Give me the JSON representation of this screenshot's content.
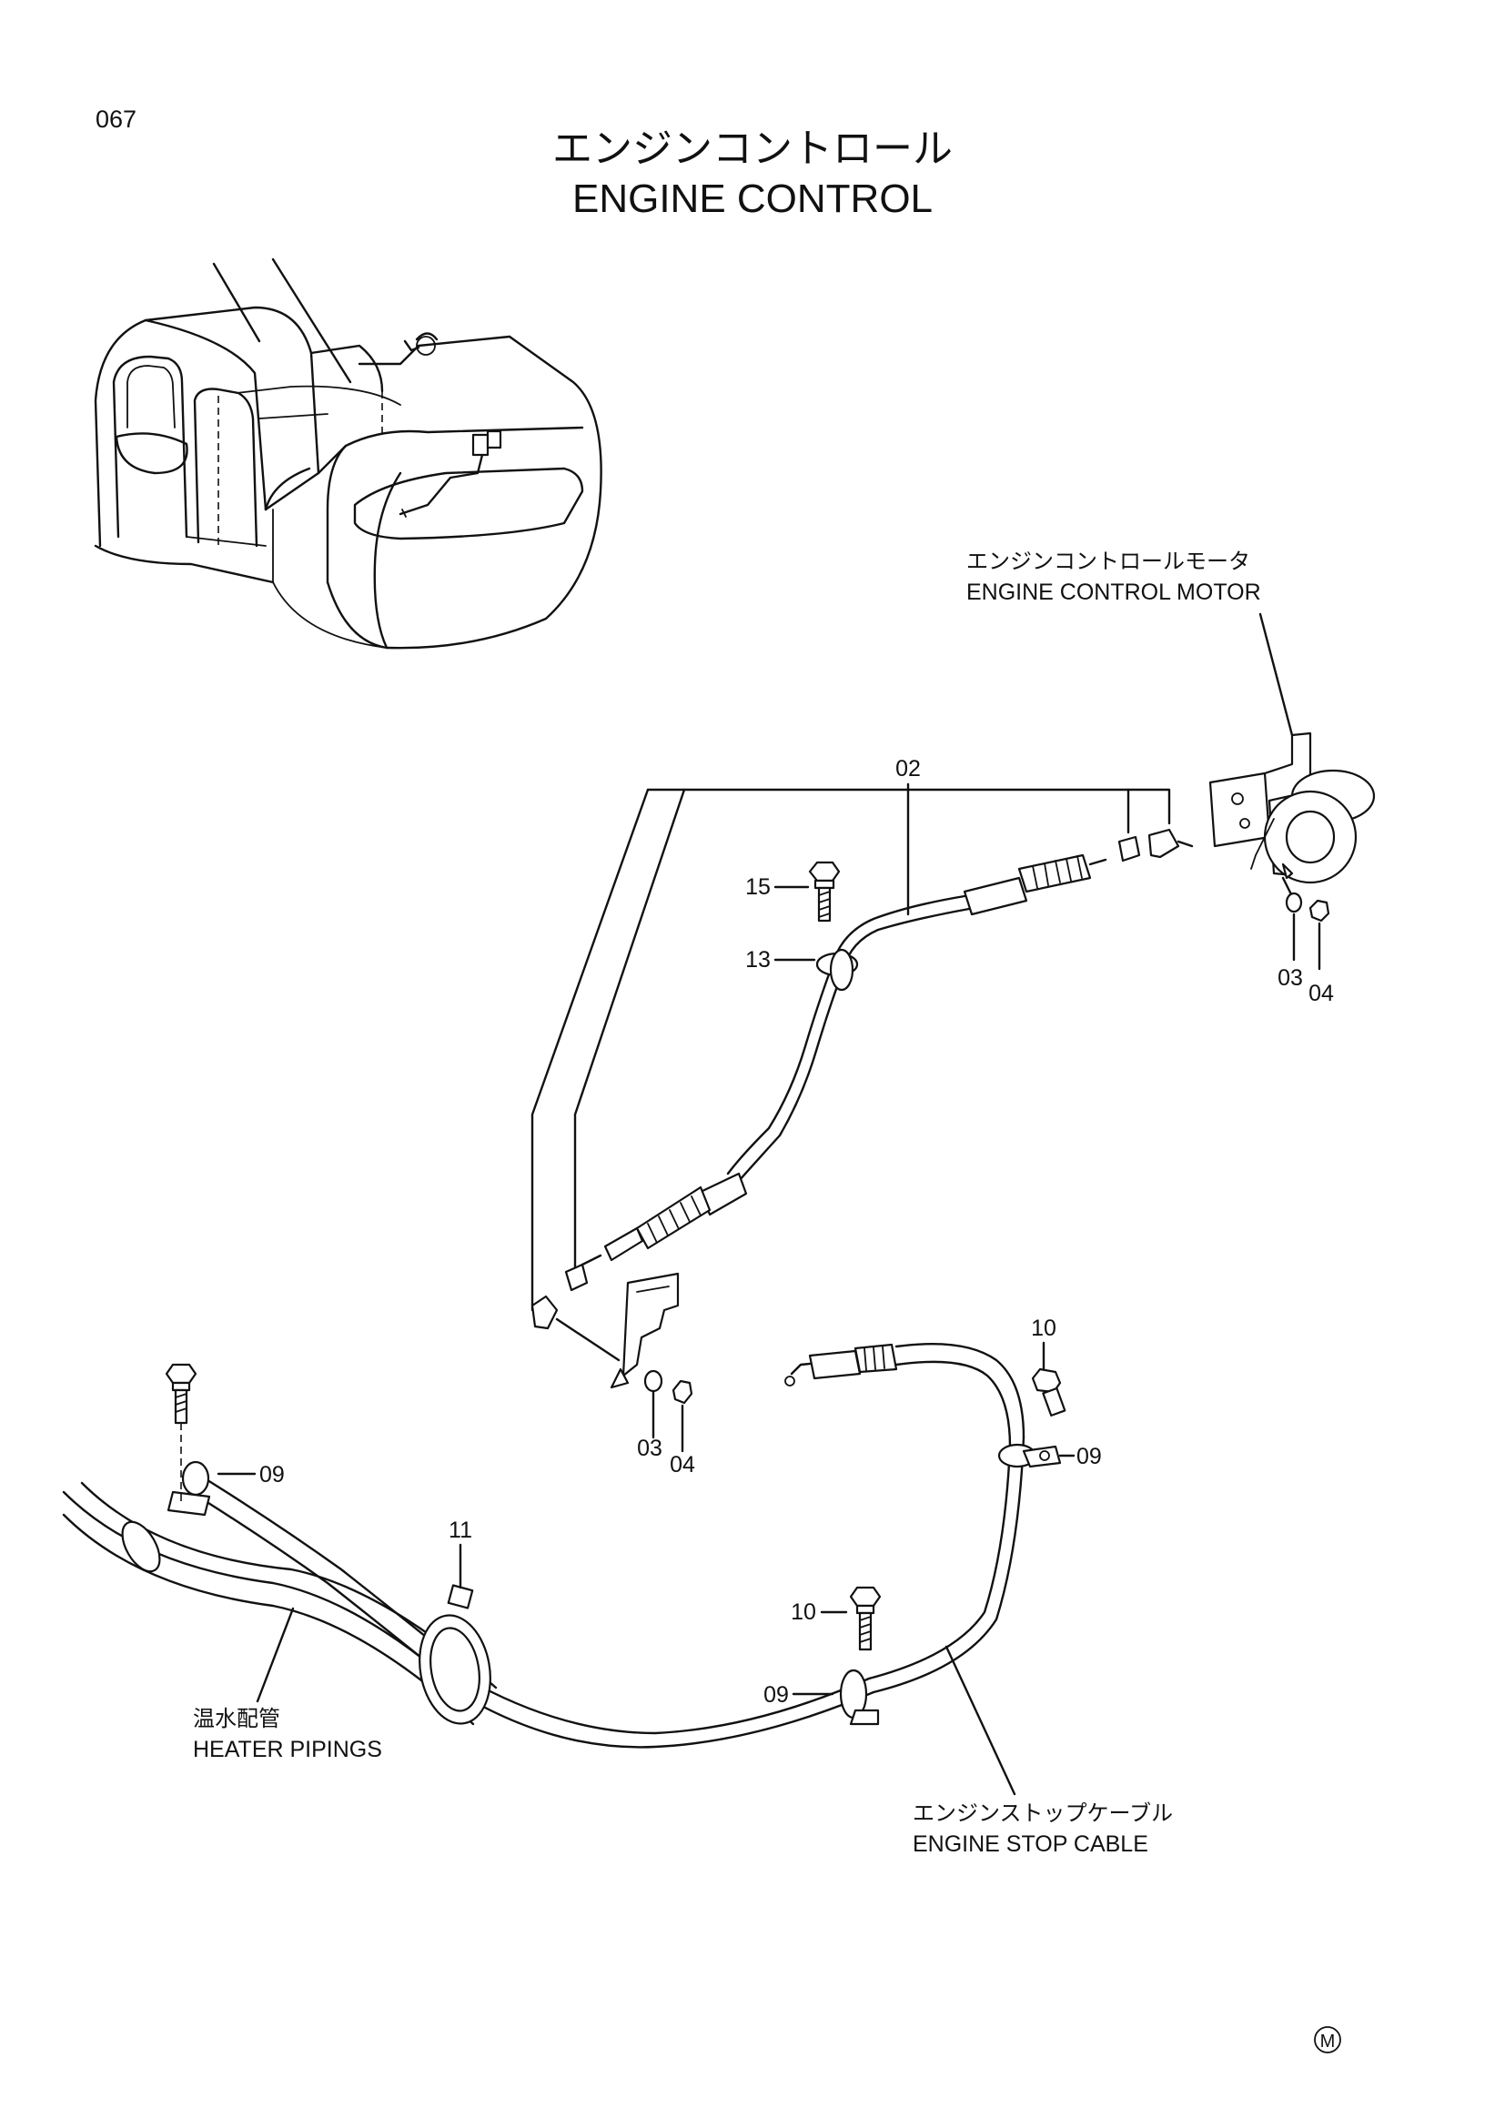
{
  "header": {
    "page_number": "067",
    "title_jp": "エンジンコントロール",
    "title_en": "ENGINE CONTROL"
  },
  "labels": {
    "motor_jp": "エンジンコントロールモータ",
    "motor_en": "ENGINE CONTROL MOTOR",
    "heater_jp": "温水配管",
    "heater_en": "HEATER PIPINGS",
    "stop_cable_jp": "エンジンストップケーブル",
    "stop_cable_en": "ENGINE STOP CABLE"
  },
  "callouts": {
    "c02": "02",
    "c15": "15",
    "c13": "13",
    "c03a": "03",
    "c04a": "04",
    "c03b": "03",
    "c04b": "04",
    "c10a": "10",
    "c09a": "09",
    "c09b": "09",
    "c11": "11",
    "c10b": "10",
    "c09c": "09"
  },
  "footer": {
    "mark": "M"
  }
}
